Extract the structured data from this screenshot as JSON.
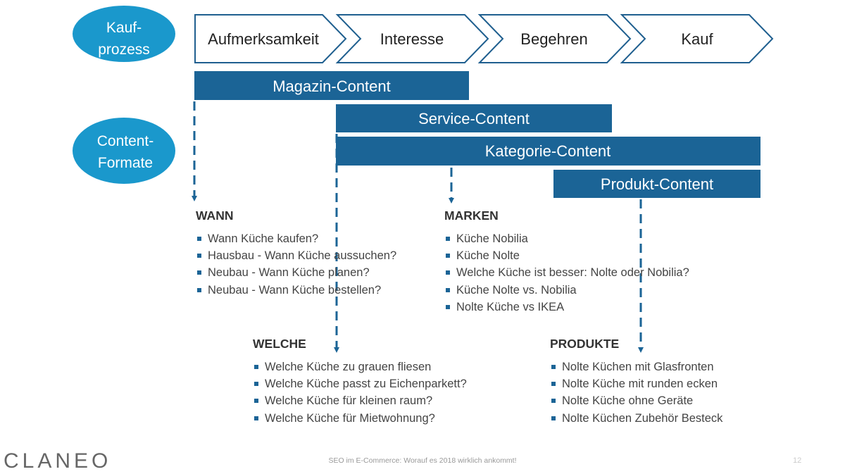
{
  "labels": {
    "kaufprozess_1": "Kauf-",
    "kaufprozess_2": "prozess",
    "formate_1": "Content-",
    "formate_2": "Formate"
  },
  "stages": [
    "Aufmerksamkeit",
    "Interesse",
    "Begehren",
    "Kauf"
  ],
  "content_bars": [
    "Magazin-Content",
    "Service-Content",
    "Kategorie-Content",
    "Produkt-Content"
  ],
  "groups": {
    "wann": {
      "title": "WANN",
      "items": [
        "Wann Küche kaufen?",
        "Hausbau - Wann Küche aussuchen?",
        "Neubau - Wann Küche planen?",
        "Neubau - Wann Küche bestellen?"
      ]
    },
    "marken": {
      "title": "MARKEN",
      "items": [
        "Küche Nobilia",
        "Küche Nolte",
        "Welche Küche ist besser: Nolte oder Nobilia?",
        "Küche Nolte vs. Nobilia",
        "Nolte Küche vs IKEA"
      ]
    },
    "welche": {
      "title": "WELCHE",
      "items": [
        "Welche Küche zu grauen fliesen",
        "Welche Küche passt zu Eichenparkett?",
        "Welche Küche für kleinen raum?",
        "Welche Küche für Mietwohnung?"
      ]
    },
    "produkte": {
      "title": "PRODUKTE",
      "items": [
        "Nolte Küchen mit Glasfronten",
        "Nolte Küche mit runden ecken",
        "Nolte Küche ohne Geräte",
        "Nolte Küchen Zubehör Besteck"
      ]
    }
  },
  "footer": {
    "logo": "CLANEO",
    "title": "SEO im E-Commerce: Worauf es 2018 wirklich ankommt!",
    "page": "12"
  },
  "colors": {
    "ellipse": "#1a98cc",
    "bar": "#1b6496",
    "outline": "#1f5f8f"
  }
}
